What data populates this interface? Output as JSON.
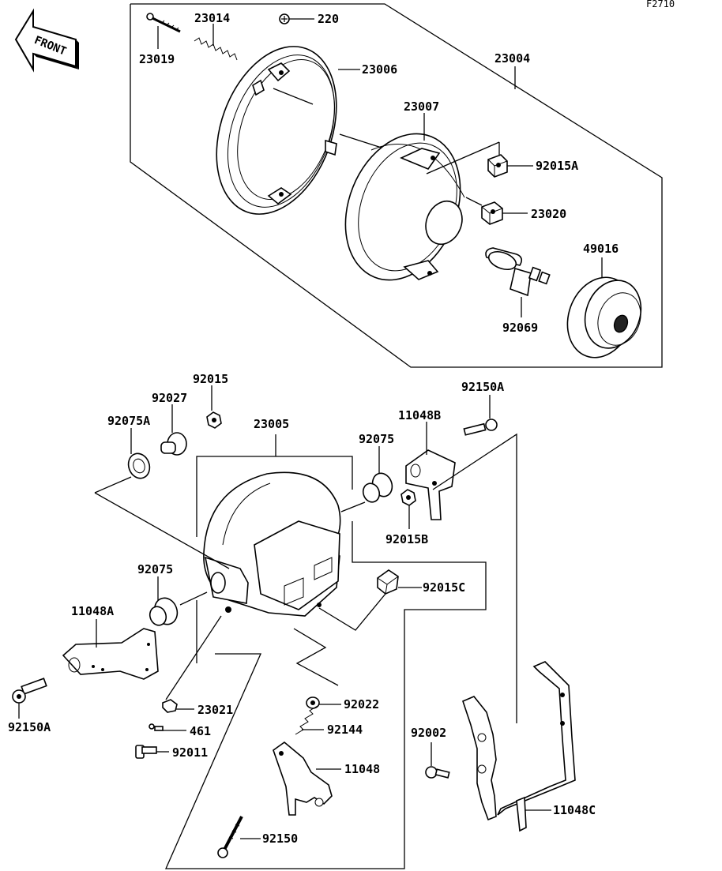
{
  "figure_code": "F2710",
  "front_arrow_text": "FRONT",
  "labels": {
    "l23019": "23019",
    "l23014": "23014",
    "l220": "220",
    "l23006": "23006",
    "l23004": "23004",
    "l23007": "23007",
    "l92015A": "92015A",
    "l23020": "23020",
    "l49016": "49016",
    "l92069": "92069",
    "l92015": "92015",
    "l92027": "92027",
    "l92075A": "92075A",
    "l23005": "23005",
    "l92075a": "92075",
    "l11048B": "11048B",
    "l92150A_top": "92150A",
    "l92015B": "92015B",
    "l92075b": "92075",
    "l92015C": "92015C",
    "l11048A": "11048A",
    "l92150A_left": "92150A",
    "l23021": "23021",
    "l461": "461",
    "l92011": "92011",
    "l92022": "92022",
    "l92144": "92144",
    "l11048": "11048",
    "l92002": "92002",
    "l92150": "92150",
    "l11048C": "11048C"
  }
}
